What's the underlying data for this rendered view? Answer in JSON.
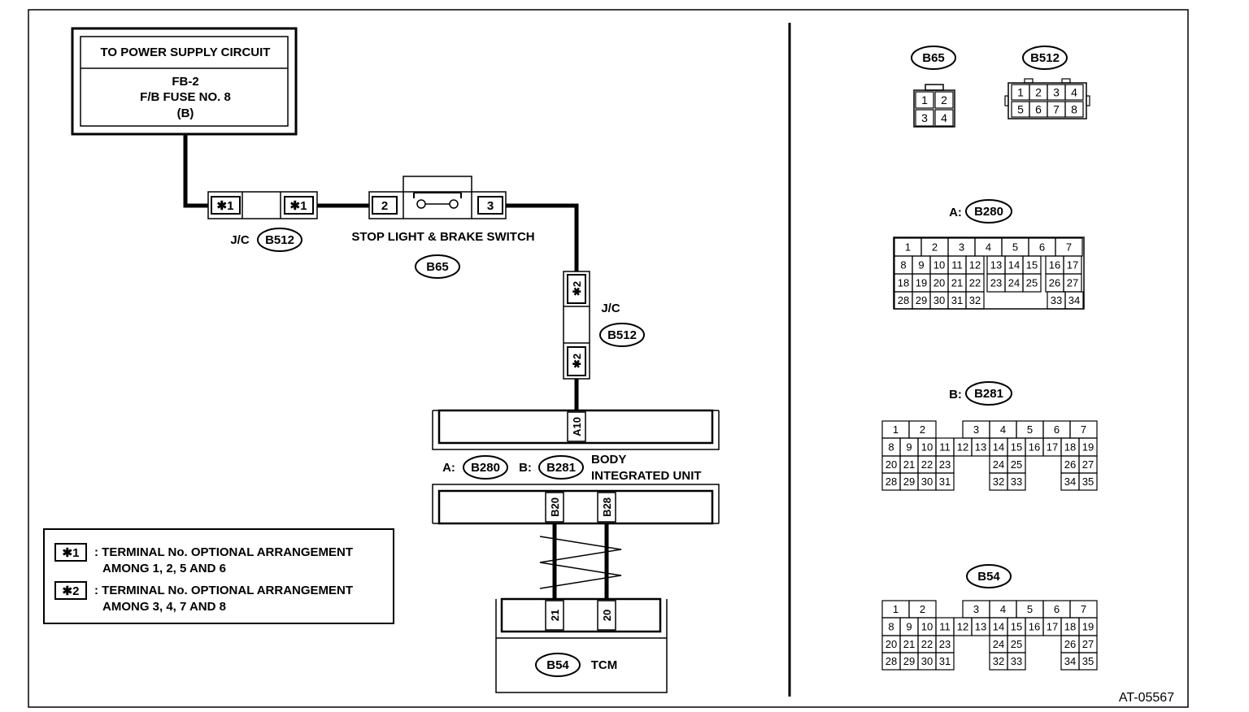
{
  "power_box": {
    "title": "TO POWER SUPPLY CIRCUIT",
    "line1": "FB-2",
    "line2": "F/B FUSE NO. 8",
    "line3": "(B)"
  },
  "jc_top": {
    "prefix": "J/C",
    "connector": "B512",
    "term_left": "✱1",
    "term_right": "✱1"
  },
  "stop_switch": {
    "label": "STOP LIGHT & BRAKE SWITCH",
    "connector": "B65",
    "term_in": "2",
    "term_out": "3"
  },
  "jc_vert": {
    "prefix": "J/C",
    "connector": "B512",
    "term_top": "✱2",
    "term_bottom": "✱2"
  },
  "biu": {
    "prefix_a": "A:",
    "connector_a": "B280",
    "prefix_b": "B:",
    "connector_b": "B281",
    "name_line1": "BODY",
    "name_line2": "INTEGRATED UNIT",
    "term_top": "A10",
    "term_b20": "B20",
    "term_b28": "B28"
  },
  "tcm": {
    "connector": "B54",
    "name": "TCM",
    "term_21": "21",
    "term_20": "20"
  },
  "legend": {
    "items": [
      {
        "mark": "✱1",
        "line1": ": TERMINAL No. OPTIONAL ARRANGEMENT",
        "line2": "AMONG 1, 2, 5 AND 6"
      },
      {
        "mark": "✱2",
        "line1": ": TERMINAL No. OPTIONAL ARRANGEMENT",
        "line2": "AMONG 3, 4, 7 AND 8"
      }
    ]
  },
  "connector_views": {
    "b65": {
      "title": "B65",
      "rows": [
        [
          "1",
          "2"
        ],
        [
          "3",
          "4"
        ]
      ]
    },
    "b512": {
      "title": "B512",
      "rows": [
        [
          "1",
          "2",
          "3",
          "4"
        ],
        [
          "5",
          "6",
          "7",
          "8"
        ]
      ]
    },
    "b280": {
      "prefix": "A:",
      "title": "B280",
      "rows": [
        [
          "1",
          "2",
          "3",
          "4",
          "5",
          "6",
          "7"
        ],
        [
          "8",
          "9",
          "10",
          "11",
          "12",
          "13",
          "14",
          "15",
          "16",
          "17"
        ],
        [
          "18",
          "19",
          "20",
          "21",
          "22",
          "23",
          "24",
          "25",
          "26",
          "27"
        ],
        [
          "28",
          "29",
          "30",
          "31",
          "32",
          "33",
          "34"
        ]
      ]
    },
    "b281": {
      "prefix": "B:",
      "title": "B281",
      "rows": [
        [
          "1",
          "2",
          "3",
          "4",
          "5",
          "6",
          "7"
        ],
        [
          "8",
          "9",
          "10",
          "11",
          "12",
          "13",
          "14",
          "15",
          "16",
          "17",
          "18",
          "19"
        ],
        [
          "20",
          "21",
          "22",
          "23",
          "24",
          "25",
          "26",
          "27"
        ],
        [
          "28",
          "29",
          "30",
          "31",
          "32",
          "33",
          "34",
          "35"
        ]
      ]
    },
    "b54": {
      "title": "B54",
      "rows": [
        [
          "1",
          "2",
          "3",
          "4",
          "5",
          "6",
          "7"
        ],
        [
          "8",
          "9",
          "10",
          "11",
          "12",
          "13",
          "14",
          "15",
          "16",
          "17",
          "18",
          "19"
        ],
        [
          "20",
          "21",
          "22",
          "23",
          "24",
          "25",
          "26",
          "27"
        ],
        [
          "28",
          "29",
          "30",
          "31",
          "32",
          "33",
          "34",
          "35"
        ]
      ]
    }
  },
  "figure_id": "AT-05567"
}
